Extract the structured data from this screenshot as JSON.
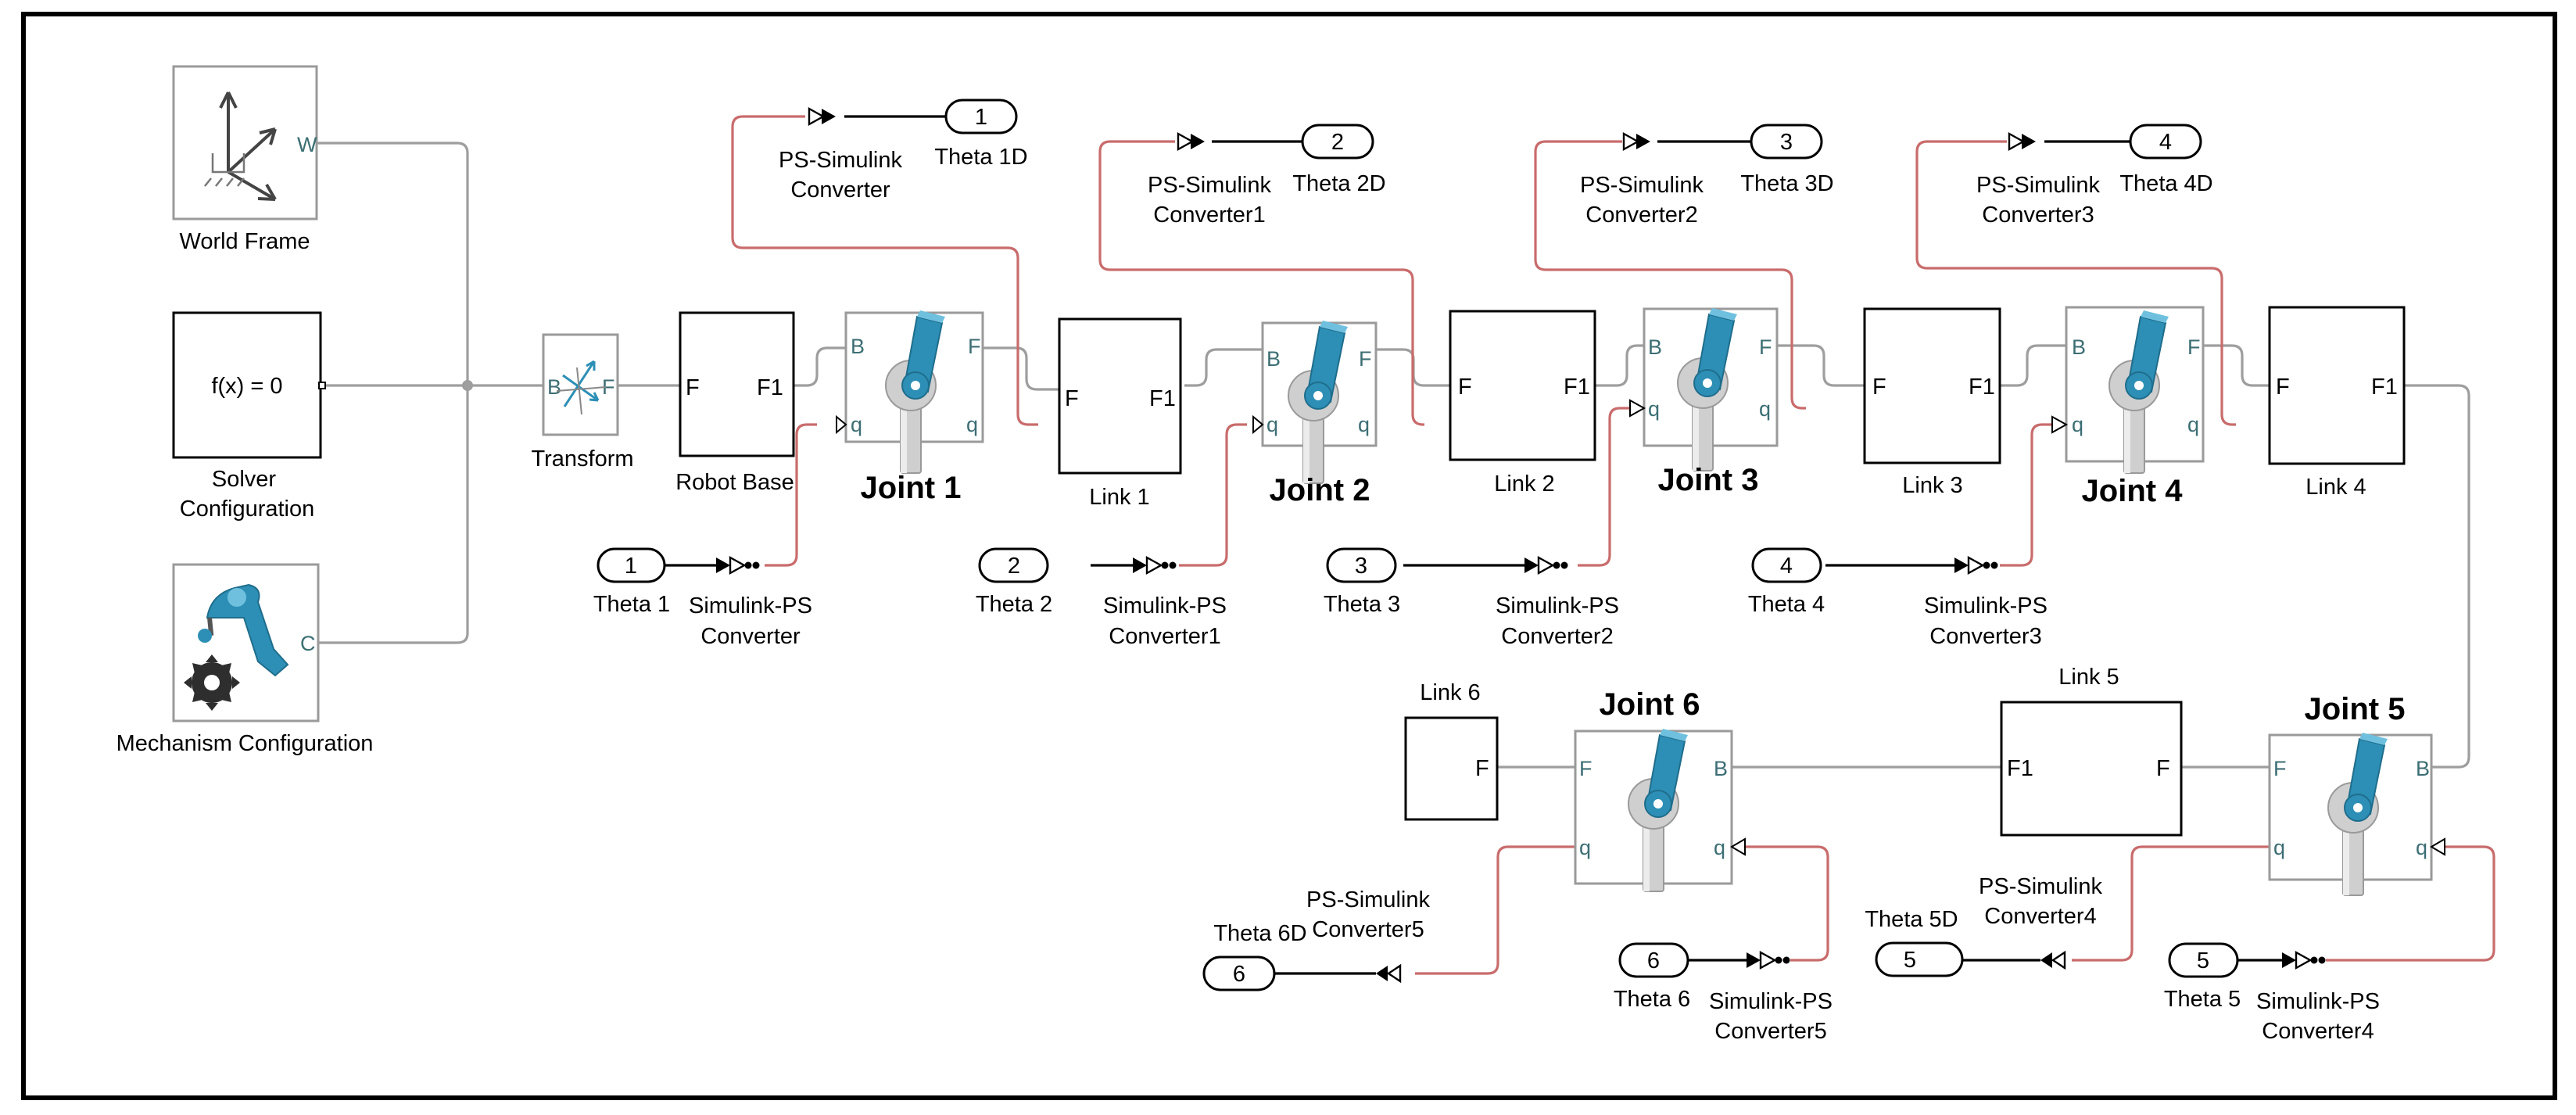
{
  "colors": {
    "wire": "#9e9e9e",
    "physical_signal": "#c96c6c",
    "signal": "#000000",
    "accent": "#2d8fb5",
    "port_text": "#3c6e74"
  },
  "blocks": {
    "world_frame": {
      "label": "World Frame",
      "port": "W"
    },
    "solver": {
      "label": "Solver\nConfiguration",
      "expr": "f(x) = 0"
    },
    "mechanism": {
      "label": "Mechanism Configuration",
      "port": "C"
    },
    "transform": {
      "label": "Transform",
      "port_b": "B",
      "port_f": "F"
    },
    "robot_base": {
      "label": "Robot Base",
      "port_f": "F",
      "port_f1": "F1"
    },
    "links": [
      {
        "label": "Link 1",
        "port_f": "F",
        "port_f1": "F1"
      },
      {
        "label": "Link 2",
        "port_f": "F",
        "port_f1": "F1"
      },
      {
        "label": "Link 3",
        "port_f": "F",
        "port_f1": "F1"
      },
      {
        "label": "Link 4",
        "port_f": "F",
        "port_f1": "F1"
      },
      {
        "label": "Link 5",
        "port_f": "F",
        "port_f1": "F1"
      },
      {
        "label": "Link 6",
        "port_f": "F"
      }
    ],
    "joints": [
      {
        "label": "Joint 1",
        "b": "B",
        "f": "F",
        "q": "q"
      },
      {
        "label": "Joint 2",
        "b": "B",
        "f": "F",
        "q": "q"
      },
      {
        "label": "Joint 3",
        "b": "B",
        "f": "F",
        "q": "q"
      },
      {
        "label": "Joint 4",
        "b": "B",
        "f": "F",
        "q": "q"
      },
      {
        "label": "Joint 5",
        "b": "B",
        "f": "F",
        "q": "q"
      },
      {
        "label": "Joint 6",
        "b": "B",
        "f": "F",
        "q": "q"
      }
    ],
    "inports": [
      {
        "num": "1",
        "label": "Theta 1"
      },
      {
        "num": "2",
        "label": "Theta 2"
      },
      {
        "num": "3",
        "label": "Theta 3"
      },
      {
        "num": "4",
        "label": "Theta 4"
      },
      {
        "num": "5",
        "label": "Theta 5"
      },
      {
        "num": "6",
        "label": "Theta 6"
      }
    ],
    "outports": [
      {
        "num": "1",
        "label": "Theta 1D"
      },
      {
        "num": "2",
        "label": "Theta 2D"
      },
      {
        "num": "3",
        "label": "Theta 3D"
      },
      {
        "num": "4",
        "label": "Theta 4D"
      },
      {
        "num": "5",
        "label": "Theta 5D"
      },
      {
        "num": "6",
        "label": "Theta 6D"
      }
    ],
    "sl_ps": [
      {
        "l1": "Simulink-PS",
        "l2": "Converter"
      },
      {
        "l1": "Simulink-PS",
        "l2": "Converter1"
      },
      {
        "l1": "Simulink-PS",
        "l2": "Converter2"
      },
      {
        "l1": "Simulink-PS",
        "l2": "Converter3"
      },
      {
        "l1": "Simulink-PS",
        "l2": "Converter4"
      },
      {
        "l1": "Simulink-PS",
        "l2": "Converter5"
      }
    ],
    "ps_sl": [
      {
        "l1": "PS-Simulink",
        "l2": "Converter"
      },
      {
        "l1": "PS-Simulink",
        "l2": "Converter1"
      },
      {
        "l1": "PS-Simulink",
        "l2": "Converter2"
      },
      {
        "l1": "PS-Simulink",
        "l2": "Converter3"
      },
      {
        "l1": "PS-Simulink",
        "l2": "Converter4"
      },
      {
        "l1": "PS-Simulink",
        "l2": "Converter5"
      }
    ]
  }
}
